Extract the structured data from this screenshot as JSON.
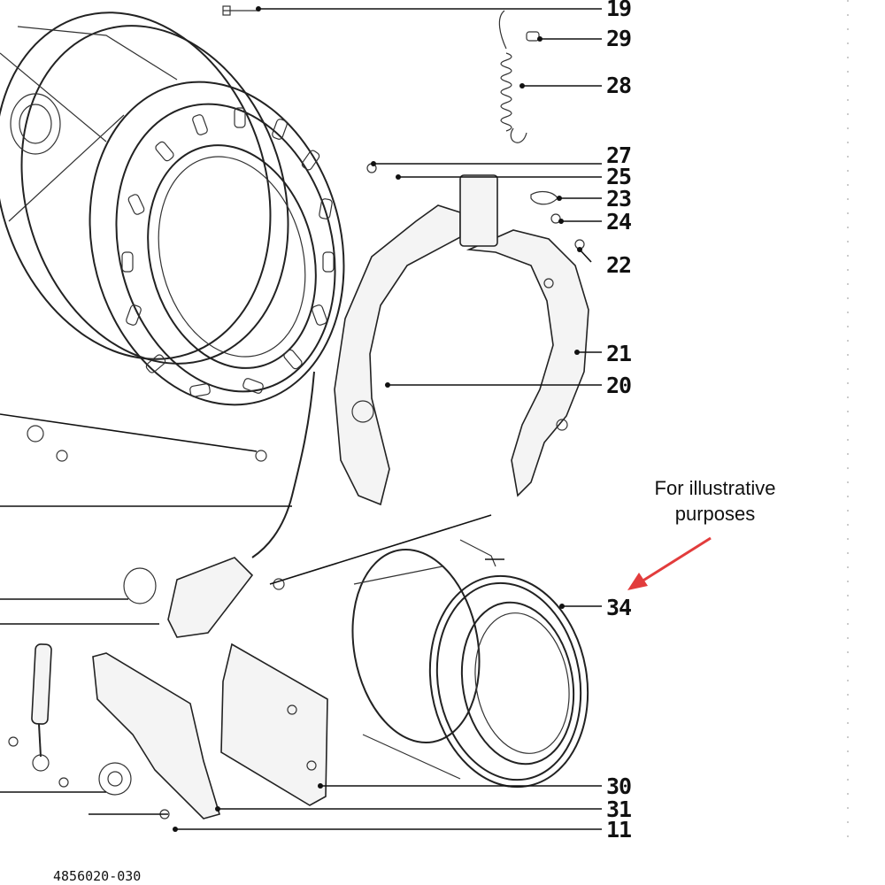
{
  "callouts": [
    {
      "id": "19",
      "label": "19"
    },
    {
      "id": "29",
      "label": "29"
    },
    {
      "id": "28",
      "label": "28"
    },
    {
      "id": "27",
      "label": "27"
    },
    {
      "id": "25",
      "label": "25"
    },
    {
      "id": "23",
      "label": "23"
    },
    {
      "id": "24",
      "label": "24"
    },
    {
      "id": "22",
      "label": "22"
    },
    {
      "id": "21",
      "label": "21"
    },
    {
      "id": "20",
      "label": "20"
    },
    {
      "id": "34",
      "label": "34"
    },
    {
      "id": "30",
      "label": "30"
    },
    {
      "id": "31",
      "label": "31"
    },
    {
      "id": "11",
      "label": "11"
    }
  ],
  "note": {
    "line1": "For illustrative",
    "line2": "purposes"
  },
  "diagram_code": "4856020-030",
  "colors": {
    "arrow": "#e23c3c",
    "ink": "#111111"
  }
}
